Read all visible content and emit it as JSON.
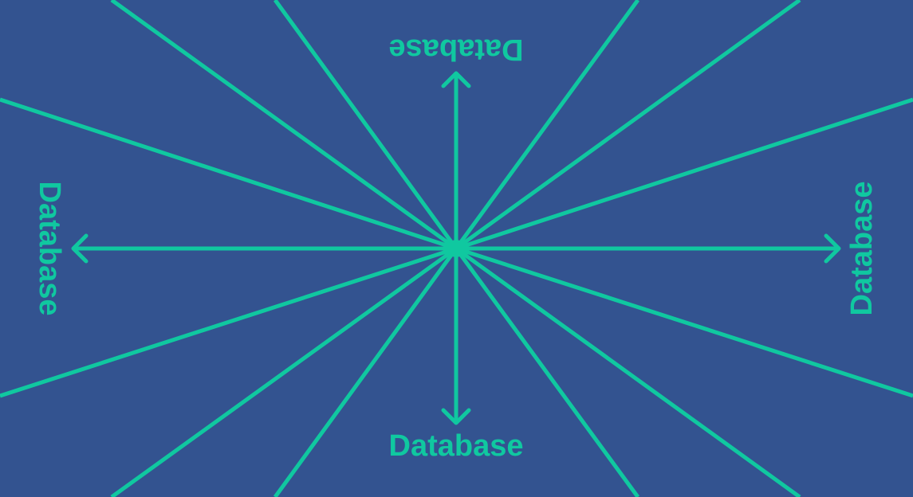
{
  "colors": {
    "background": "#335390",
    "accent": "#10c8a0"
  },
  "labels": {
    "top": "Database",
    "bottom": "Database",
    "left": "Database",
    "right": "Database"
  }
}
